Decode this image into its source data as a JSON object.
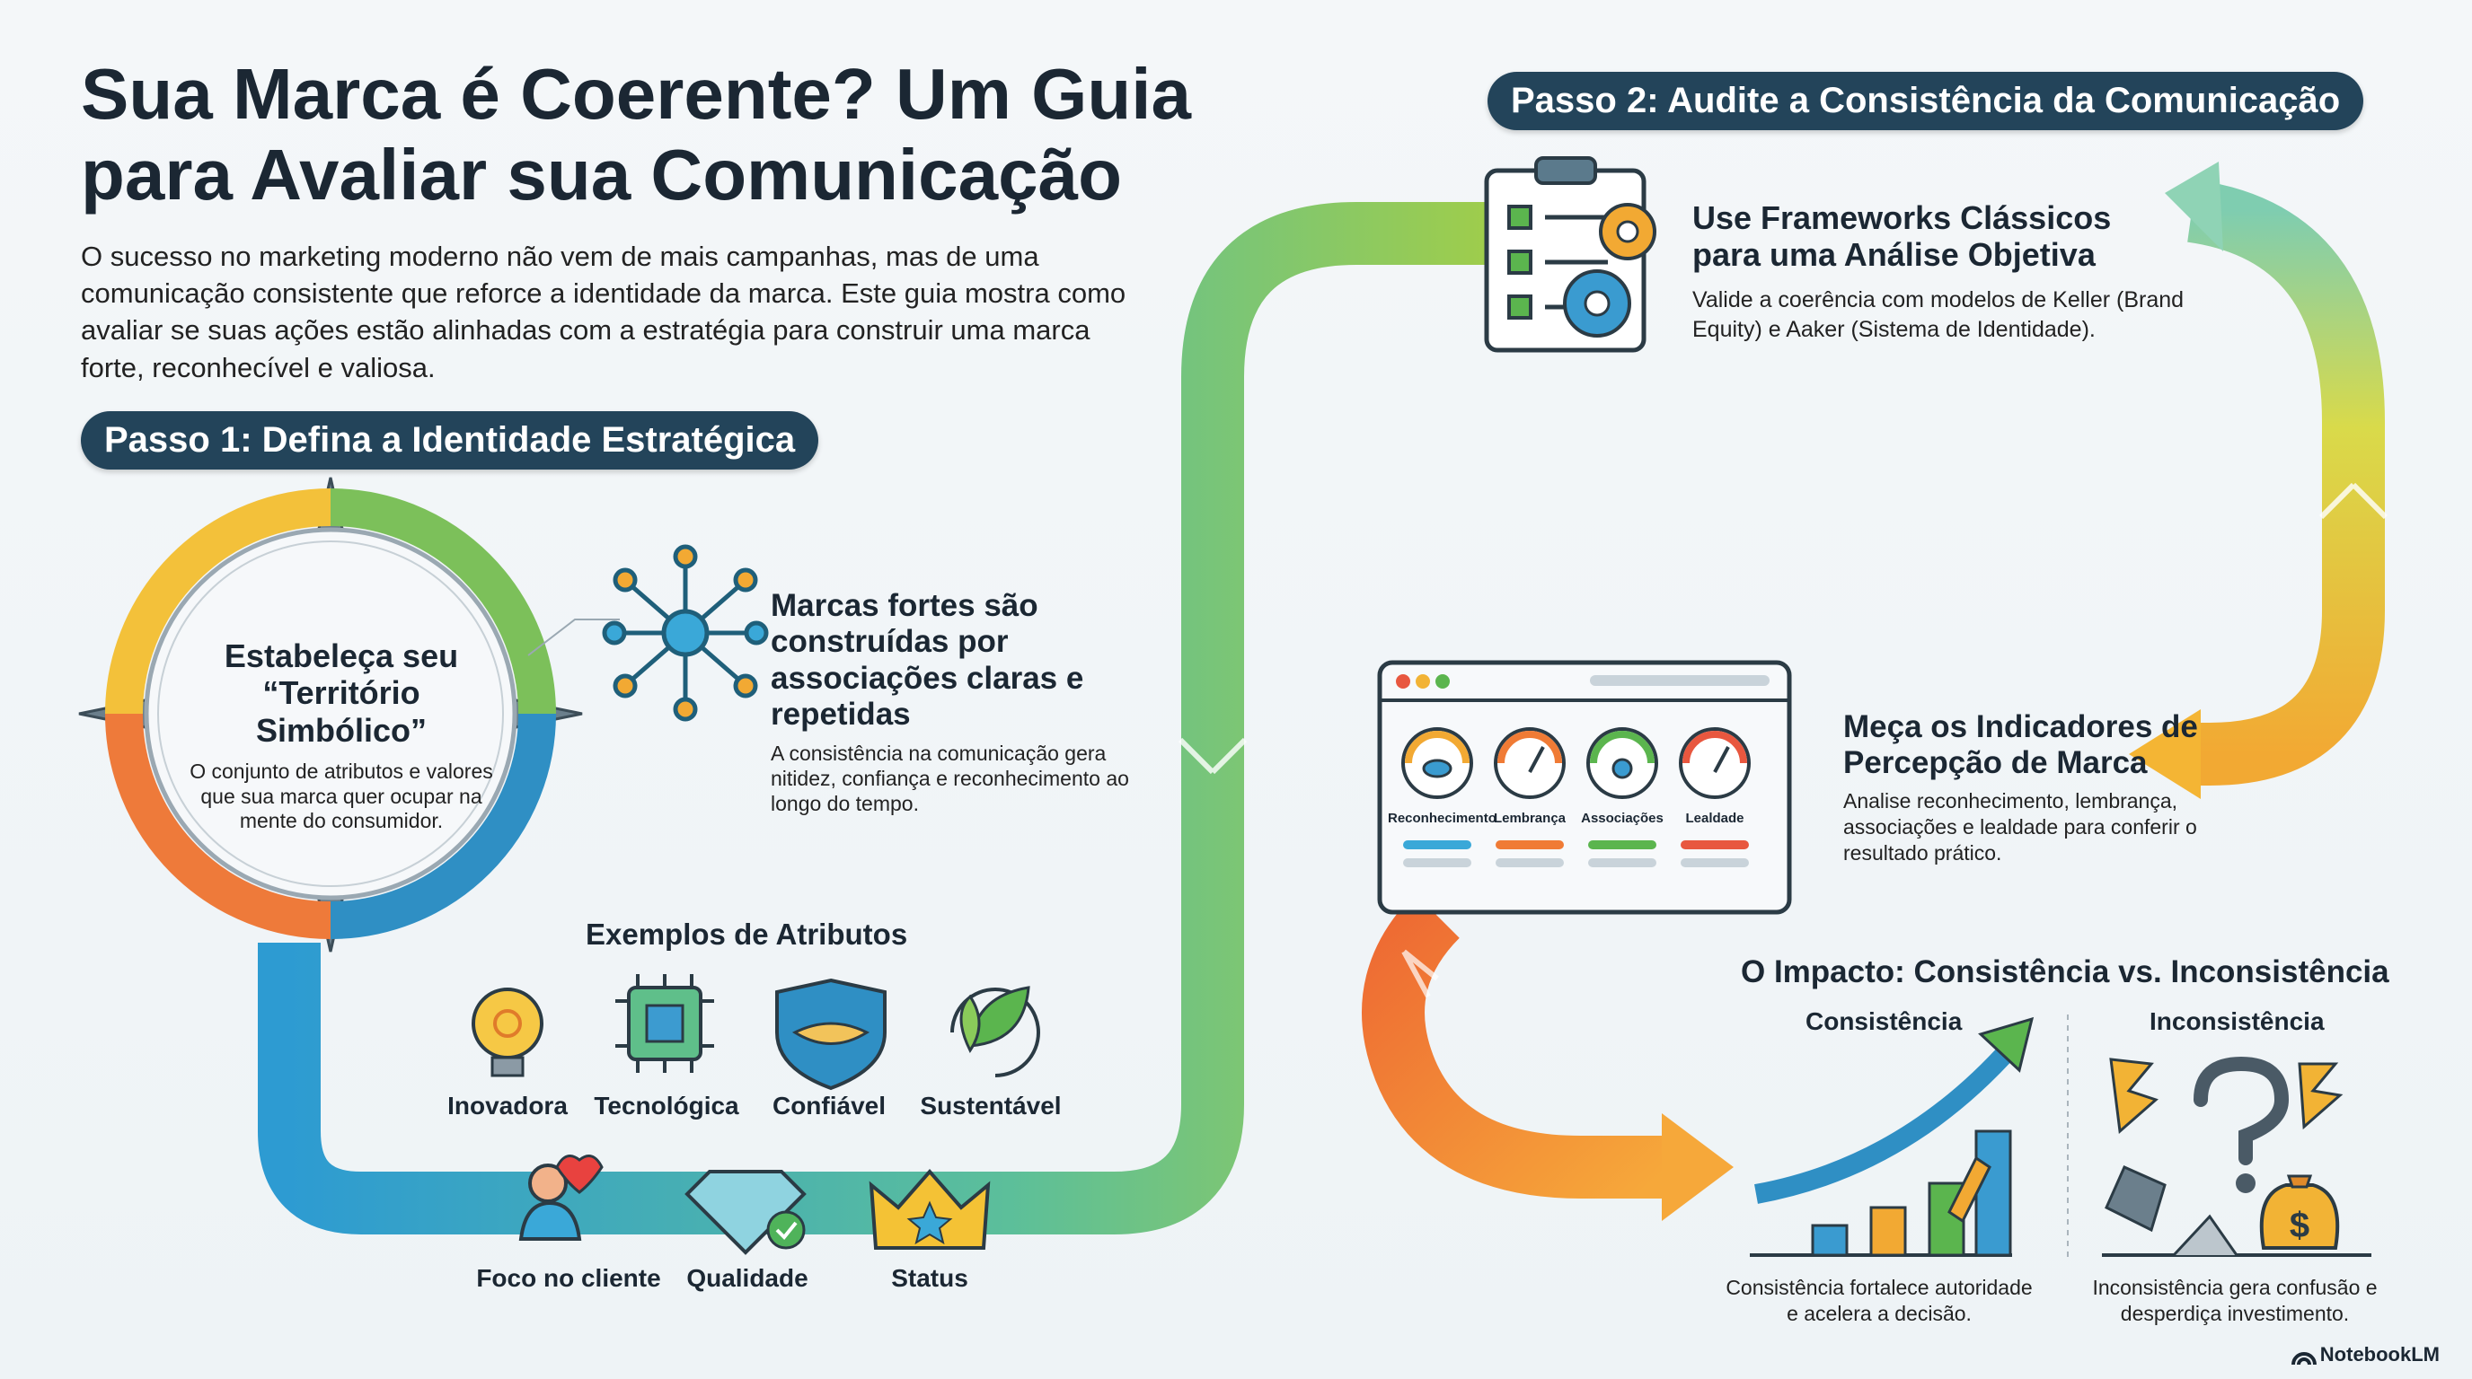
{
  "title": "Sua Marca é Coerente? Um Guia para Avaliar sua Comunicação",
  "intro": "O sucesso no marketing moderno não vem de mais campanhas, mas de uma comunicação consistente que reforce a identidade da marca. Este guia mostra como avaliar se suas ações estão alinhadas com a estratégia para construir uma marca forte, reconhecível e valiosa.",
  "step1": {
    "label": "Passo 1: Defina a Identidade Estratégica",
    "territory_title": "Estabeleça seu “Território Simbólico”",
    "territory_text": "O conjunto de atributos e valores que sua marca quer ocupar na mente do consumidor.",
    "associations_title": "Marcas fortes são construídas por associações claras e repetidas",
    "associations_text": "A consistência na comunicação gera nitidez, confiança e reconhecimento ao longo do tempo.",
    "examples_title": "Exemplos de Atributos",
    "attributes": [
      "Inovadora",
      "Tecnológica",
      "Confiável",
      "Sustentável",
      "Foco no cliente",
      "Qualidade",
      "Status"
    ]
  },
  "step2": {
    "label": "Passo 2: Audite a Consistência da Comunicação",
    "frameworks_title": "Use Frameworks Clássicos para uma Análise Objetiva",
    "frameworks_text": "Valide a coerência com modelos de Keller (Brand Equity) e Aaker (Sistema de Identidade).",
    "indicators_title": "Meça os Indicadores de Percepção de Marca",
    "indicators_text": "Analise reconhecimento, lembrança, associações e lealdade para conferir o resultado prático.",
    "gauges": [
      "Reconhecimento",
      "Lembrança",
      "Associações",
      "Lealdade"
    ]
  },
  "impact": {
    "title": "O Impacto: Consistência vs. Inconsistência",
    "consistency_label": "Consistência",
    "inconsistency_label": "Inconsistência",
    "consistency_caption": "Consistência fortalece autoridade e acelera a decisão.",
    "inconsistency_caption": "Inconsistência gera confusão e desperdiça investimento."
  },
  "brand": "NotebookLM",
  "colors": {
    "pill_bg": "#23445a",
    "path_blue": "#2f9fd0",
    "path_green": "#8cc84b",
    "path_yellow": "#f2c02d",
    "path_orange": "#f07b35"
  }
}
